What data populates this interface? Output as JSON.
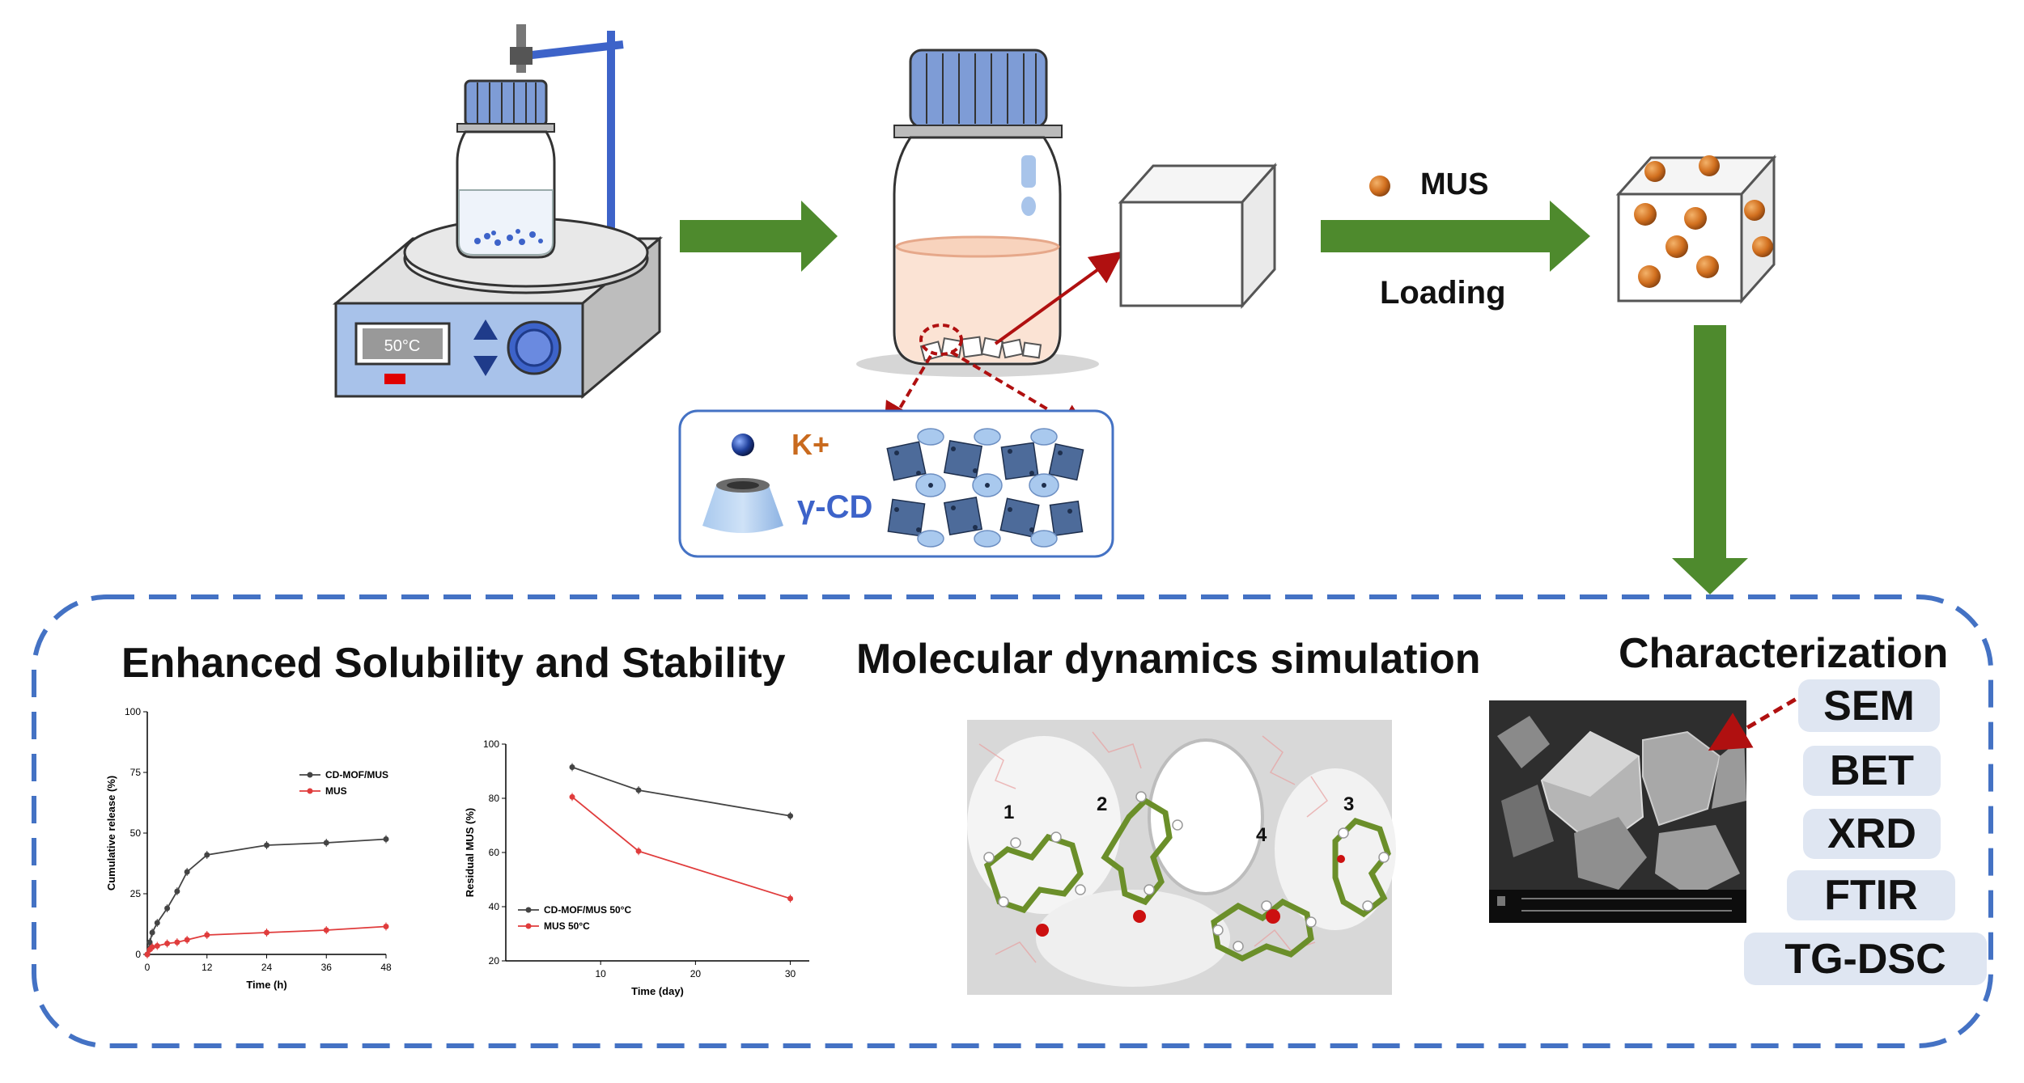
{
  "hotplate": {
    "display": "50°C"
  },
  "labels": {
    "mus": "MUS",
    "loading": "Loading",
    "k_plus": "K+",
    "gamma_cd": "γ-CD"
  },
  "sections": {
    "solubility": "Enhanced Solubility and Stability",
    "md": "Molecular dynamics simulation",
    "characterization": "Characterization"
  },
  "characterization_items": [
    "SEM",
    "BET",
    "XRD",
    "FTIR",
    "TG-DSC"
  ],
  "md_labels": [
    "1",
    "2",
    "3",
    "4"
  ],
  "colors": {
    "arrow_green": "#4e8a2d",
    "dashed_blue": "#4472c4",
    "cap_blue": "#8fa8d8",
    "mus_orange": "#d2701f",
    "red_dashed": "#b01010"
  },
  "chart_data": [
    {
      "type": "line",
      "xlabel": "Time (h)",
      "ylabel": "Cumulative release (%)",
      "xlim": [
        0,
        48
      ],
      "ylim": [
        0,
        100
      ],
      "xticks": [
        0,
        12,
        24,
        36,
        48
      ],
      "yticks": [
        0,
        25,
        50,
        75,
        100
      ],
      "legend_position": "top-right",
      "series": [
        {
          "name": "CD-MOF/MUS",
          "color": "#444444",
          "x": [
            0,
            0.5,
            1,
            2,
            4,
            6,
            8,
            12,
            24,
            36,
            48
          ],
          "y": [
            0,
            5,
            9,
            13,
            19,
            26,
            34,
            41,
            45,
            46,
            47.5
          ]
        },
        {
          "name": "MUS",
          "color": "#e03c3c",
          "x": [
            0,
            0.5,
            1,
            2,
            4,
            6,
            8,
            12,
            24,
            36,
            48
          ],
          "y": [
            0,
            2,
            3,
            3.5,
            4.5,
            5,
            6,
            8,
            9,
            10,
            11.5
          ]
        }
      ]
    },
    {
      "type": "line",
      "xlabel": "Time (day)",
      "ylabel": "Residual MUS (%)",
      "xlim": [
        0,
        32
      ],
      "ylim": [
        20,
        100
      ],
      "xticks": [
        10,
        20,
        30
      ],
      "yticks": [
        20,
        40,
        60,
        80,
        100
      ],
      "legend_position": "bottom-left",
      "series": [
        {
          "name": "CD-MOF/MUS 50°C",
          "color": "#444444",
          "x": [
            7,
            14,
            30
          ],
          "y": [
            91.5,
            83,
            73.5
          ]
        },
        {
          "name": "MUS 50°C",
          "color": "#e03c3c",
          "x": [
            7,
            14,
            30
          ],
          "y": [
            80.5,
            60.5,
            43
          ]
        }
      ]
    }
  ]
}
